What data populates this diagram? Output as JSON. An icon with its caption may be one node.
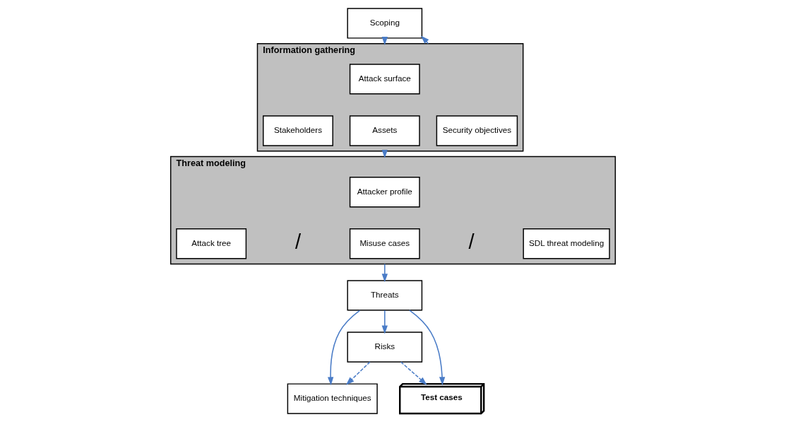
{
  "diagram": {
    "nodes": [
      {
        "text": [
          "Scoping"
        ]
      },
      {
        "text": [
          "Information gathering"
        ]
      },
      {
        "text": [
          "Attack surface"
        ],
        "in": 1
      },
      {
        "text": [
          "Stakeholders"
        ],
        "in": 1
      },
      {
        "text": [
          "Assets"
        ],
        "in": 1
      },
      {
        "text": [
          "Security objectives"
        ],
        "in": 1
      },
      {
        "text": [
          "Threat modeling"
        ]
      },
      {
        "text": [
          "Attacker profile"
        ],
        "in": 6
      },
      {
        "text": [
          "Attack tree"
        ],
        "in": 6
      },
      {
        "text": [
          "Misuse cases"
        ],
        "in": 6
      },
      {
        "text": [
          "SDL threat modeling"
        ],
        "in": 6
      },
      {
        "text": [
          "Mitigation techniques"
        ]
      },
      {
        "text": [
          "Threats"
        ]
      },
      {
        "text": [
          "Risks"
        ]
      },
      {
        "text": [
          "Test cases"
        ]
      }
    ],
    "edges": [
      {
        "from": 0,
        "to": 1,
        "arrow": "to"
      },
      {
        "from": 1,
        "to": 0,
        "arrow": "to"
      },
      {
        "from": 1,
        "to": 6,
        "arrow": "to"
      },
      {
        "from": 6,
        "to": 12,
        "arrow": "to"
      },
      {
        "from": 12,
        "to": 11,
        "arrow": "to"
      },
      {
        "from": 12,
        "to": 13,
        "arrow": "to"
      },
      {
        "from": 12,
        "to": 14,
        "arrow": "to"
      },
      {
        "from": 13,
        "to": 11,
        "arrow": "to",
        "style": "dashed"
      },
      {
        "from": 13,
        "to": 14,
        "arrow": "to",
        "style": "dashed"
      }
    ],
    "labels": [
      "/",
      "/"
    ]
  }
}
